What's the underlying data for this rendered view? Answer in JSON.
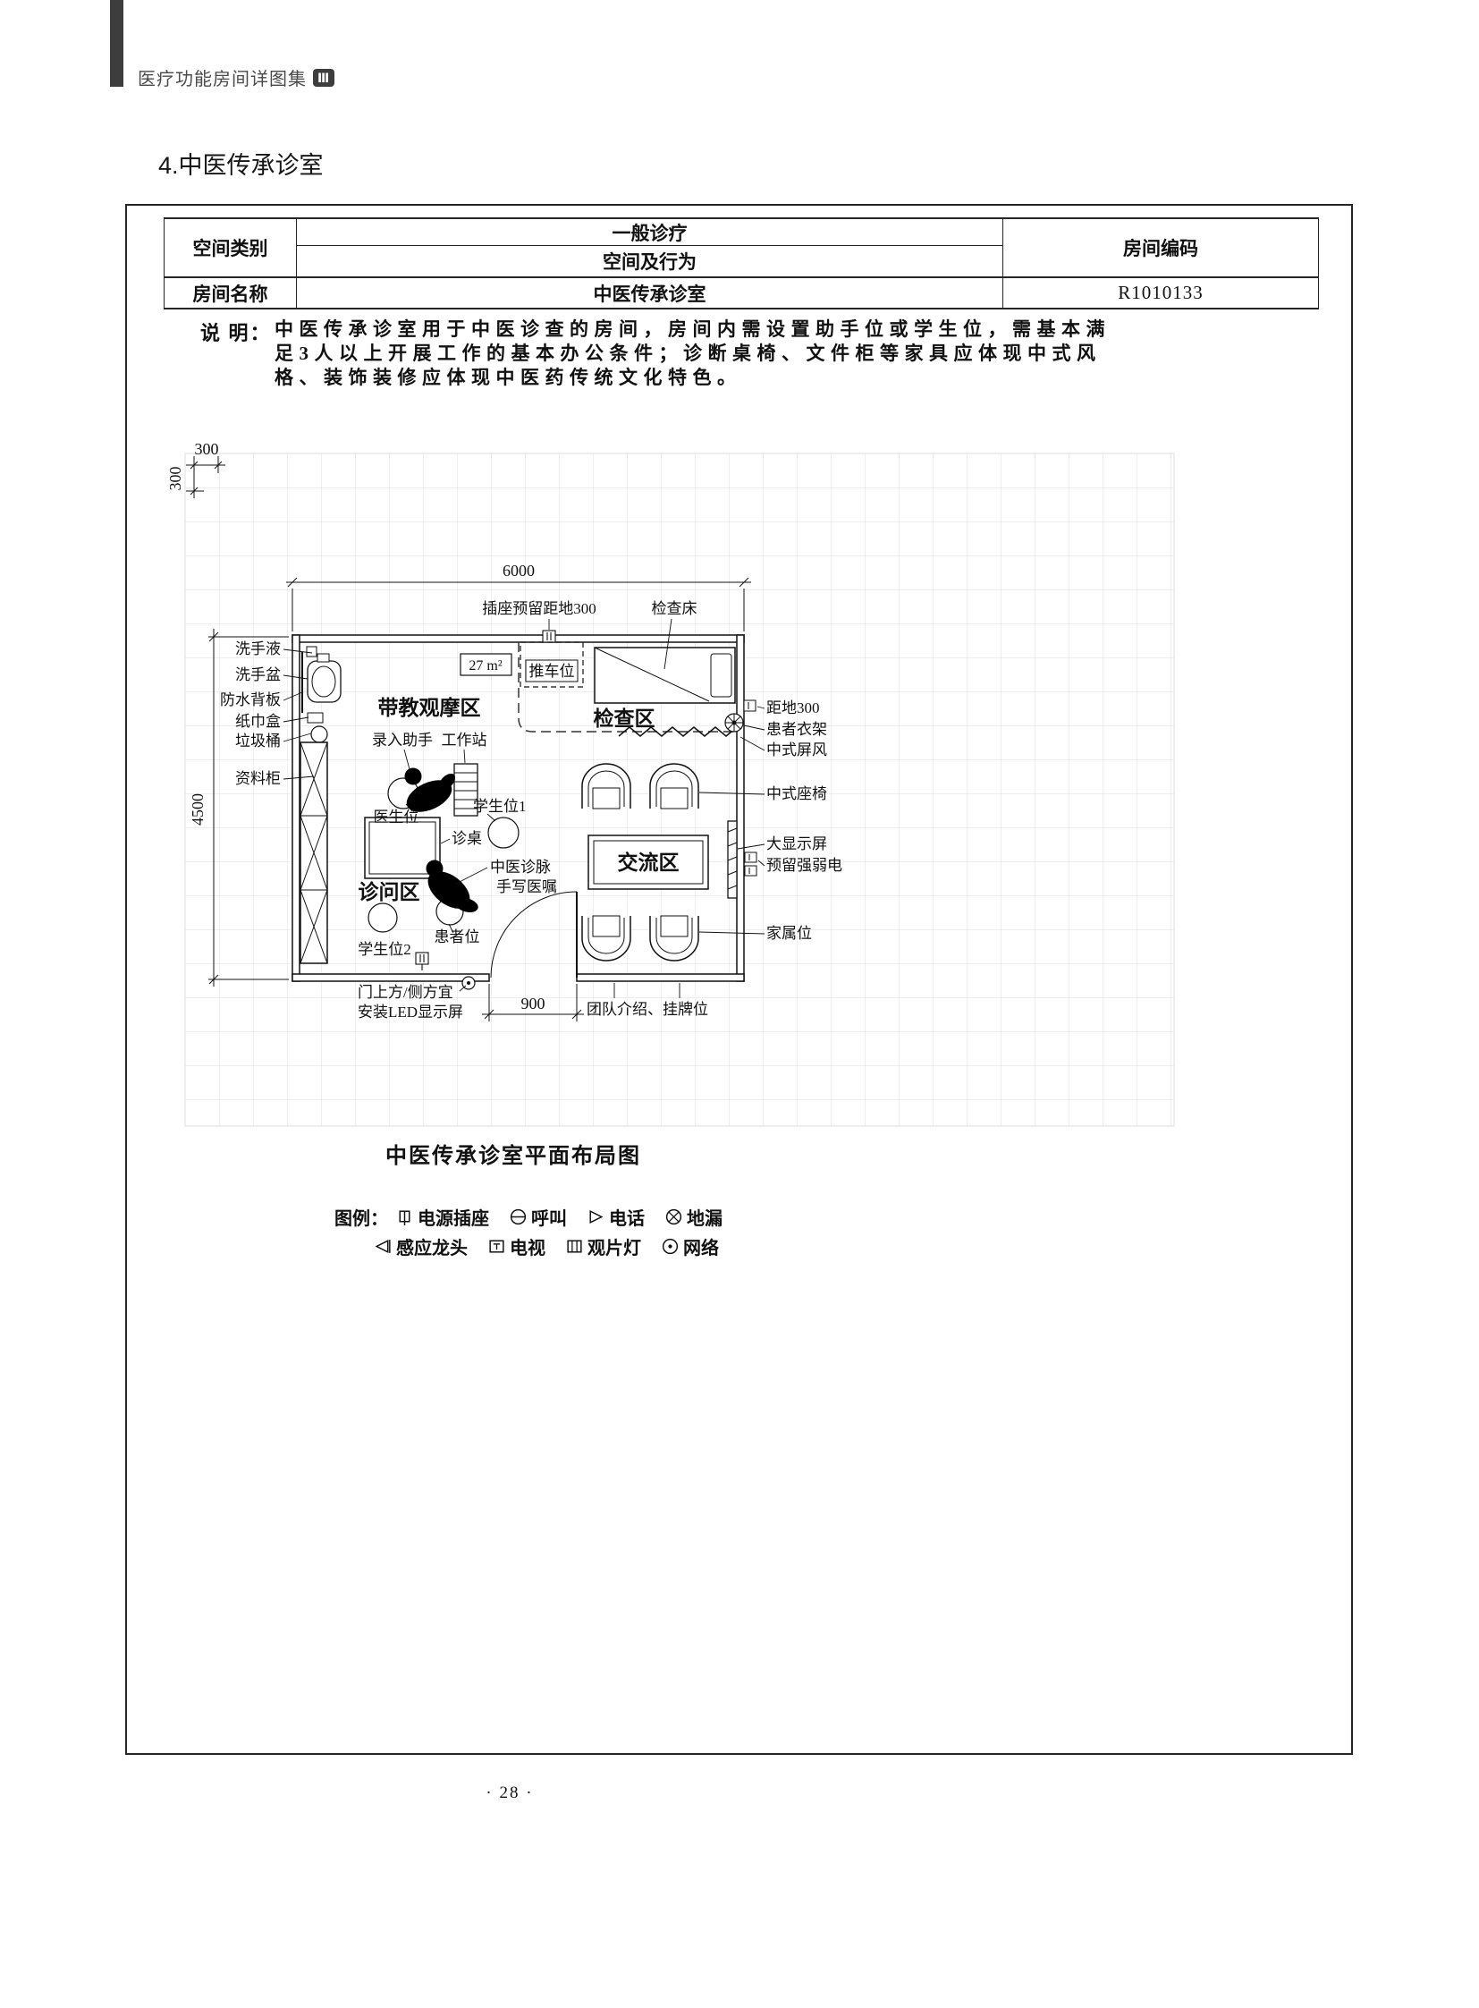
{
  "header": {
    "title": "医疗功能房间详图集",
    "badge": "Ⅲ",
    "section": "4.中医传承诊室"
  },
  "table": {
    "space_category_label": "空间类别",
    "category_top": "一般诊疗",
    "category_bottom": "空间及行为",
    "room_code_label": "房间编码",
    "room_name_label": "房间名称",
    "room_name": "中医传承诊室",
    "room_code": "R1010133"
  },
  "description": {
    "label": "说 明：",
    "text": "中医传承诊室用于中医诊查的房间，房间内需设置助手位或学生位，需基本满足3人以上开展工作的基本办公条件；诊断桌椅、文件柜等家具应体现中式风格、装饰装修应体现中医药传统文化特色。"
  },
  "plan": {
    "caption": "中医传承诊室平面布局图",
    "area": "27 m²",
    "dims": {
      "offset_h": "300",
      "offset_v": "300",
      "width": "6000",
      "height": "4500",
      "door": "900"
    },
    "zones": {
      "teaching": "带教观摩区",
      "exam": "检查区",
      "exchange": "交流区",
      "consult": "诊问区"
    },
    "labels": {
      "soap": "洗手液",
      "sink": "洗手盆",
      "backsplash": "防水背板",
      "tissue": "纸巾盒",
      "trash": "垃圾桶",
      "cabinet": "资料柜",
      "socket_note": "插座预留距地300",
      "exam_bed": "检查床",
      "cart": "推车位",
      "assistant": "录入助手",
      "workstation": "工作站",
      "doctor": "医生位",
      "student1": "学生位1",
      "desk": "诊桌",
      "pulse1": "中医诊脉",
      "pulse2": "手写医嘱",
      "student2": "学生位2",
      "patient": "患者位",
      "height300": "距地300",
      "coat_rack": "患者衣架",
      "screen": "中式屏风",
      "chair": "中式座椅",
      "display": "大显示屏",
      "reserve": "预留强弱电",
      "family": "家属位",
      "led1": "门上方/侧方宜",
      "led2": "安装LED显示屏",
      "team": "团队介绍、挂牌位"
    }
  },
  "legend": {
    "title": "图例：",
    "power": "电源插座",
    "call": "呼叫",
    "phone": "电话",
    "drain": "地漏",
    "faucet": "感应龙头",
    "tv": "电视",
    "film": "观片灯",
    "network": "网络"
  },
  "footer": {
    "page": "· 28 ·"
  }
}
